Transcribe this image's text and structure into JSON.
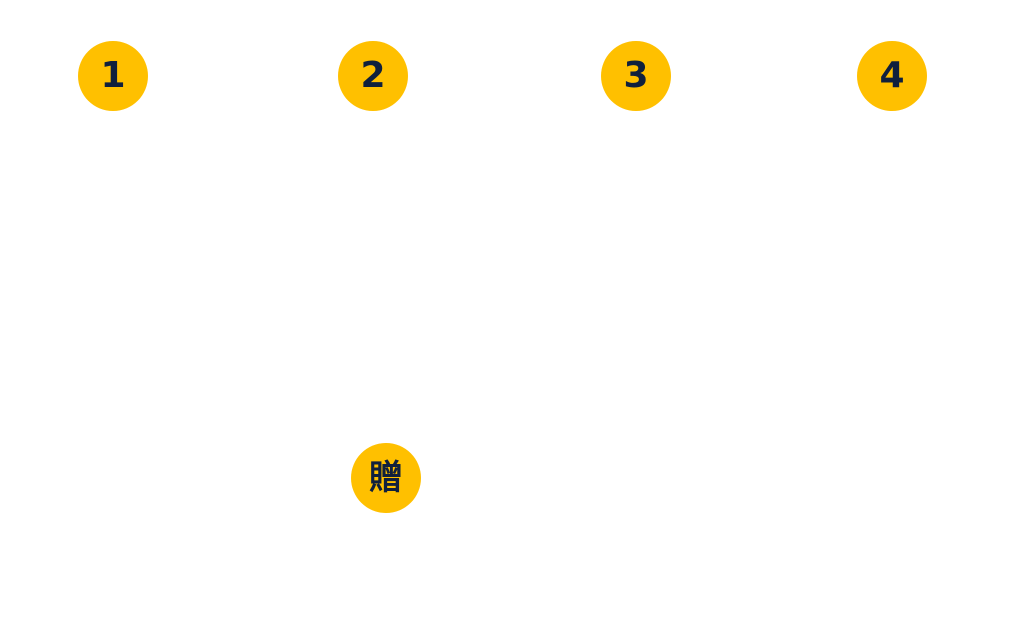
{
  "colors": {
    "badge_fill": "#FFC000",
    "badge_text": "#10203D",
    "background": "#FFFFFF"
  },
  "step_badges": [
    {
      "label": "1"
    },
    {
      "label": "2"
    },
    {
      "label": "3"
    },
    {
      "label": "4"
    }
  ],
  "gift_badge": {
    "label": "贈"
  }
}
